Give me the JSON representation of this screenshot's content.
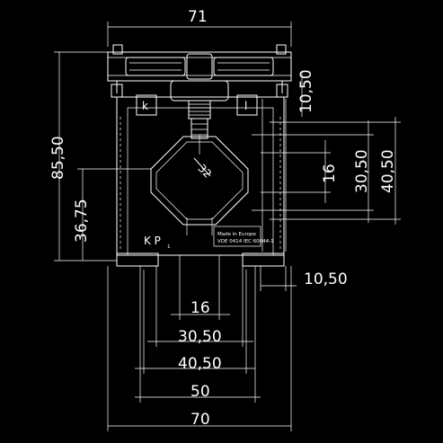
{
  "drawing": {
    "dimensions": {
      "top_width": "71",
      "left_total_height": "85,50",
      "left_center_height": "36,75",
      "right_top_offset": "10,50",
      "right_16": "16",
      "right_30_50": "30,50",
      "right_40_50": "40,50",
      "bottom_10_50": "10,50",
      "bottom_16": "16",
      "bottom_30_50": "30,50",
      "bottom_40_50": "40,50",
      "bottom_50": "50",
      "bottom_70": "70"
    },
    "terminals": {
      "k_box": "k",
      "l_box": "l",
      "bottom_left": "K P",
      "bottom_sub": "1"
    },
    "window_label": "32",
    "plate_text": {
      "line1": "Made in Europe",
      "line2": "VDE 0414 IEC 60044-1"
    }
  }
}
